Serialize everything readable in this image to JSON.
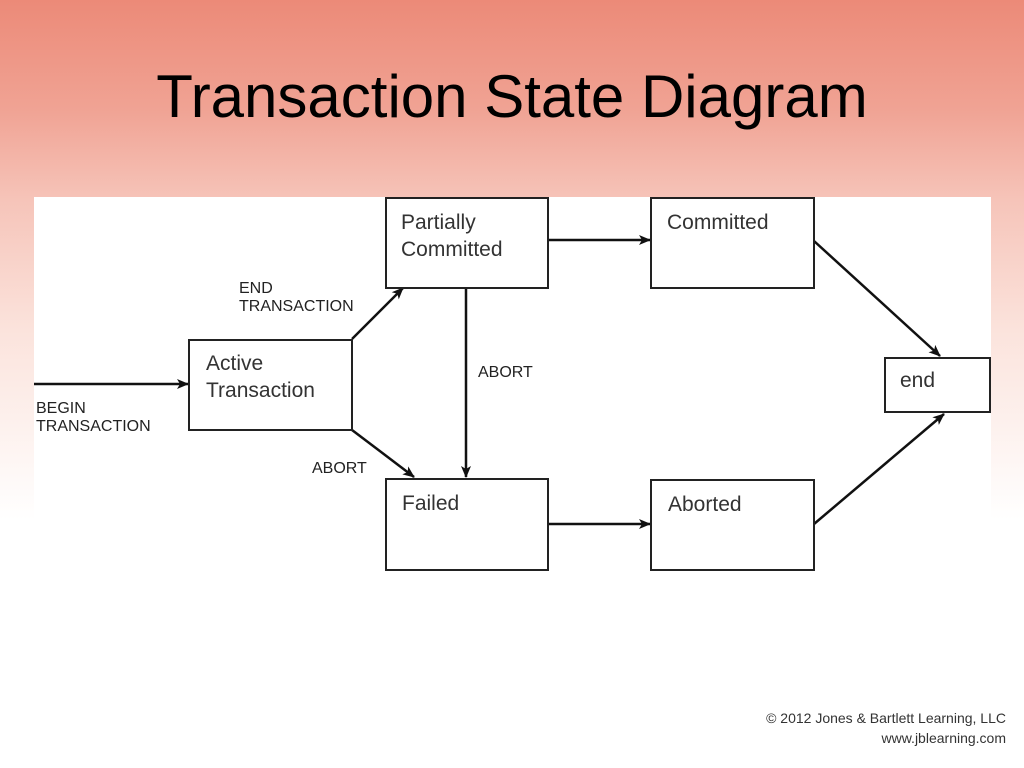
{
  "slide": {
    "title": "Transaction State Diagram"
  },
  "diagram": {
    "nodes": {
      "active": {
        "line1": "Active",
        "line2": "Transaction"
      },
      "partially_committed": {
        "line1": "Partially",
        "line2": "Committed"
      },
      "committed": {
        "line1": "Committed"
      },
      "failed": {
        "line1": "Failed"
      },
      "aborted": {
        "line1": "Aborted"
      },
      "end": {
        "line1": "end"
      }
    },
    "edges": {
      "begin": {
        "line1": "BEGIN",
        "line2": "TRANSACTION"
      },
      "end_transaction": {
        "line1": "END",
        "line2": "TRANSACTION"
      },
      "abort_from_partial": {
        "line1": "ABORT"
      },
      "abort_from_active": {
        "line1": "ABORT"
      }
    }
  },
  "footer": {
    "copyright": "© 2012 Jones & Bartlett Learning, LLC",
    "website": "www.jblearning.com"
  }
}
